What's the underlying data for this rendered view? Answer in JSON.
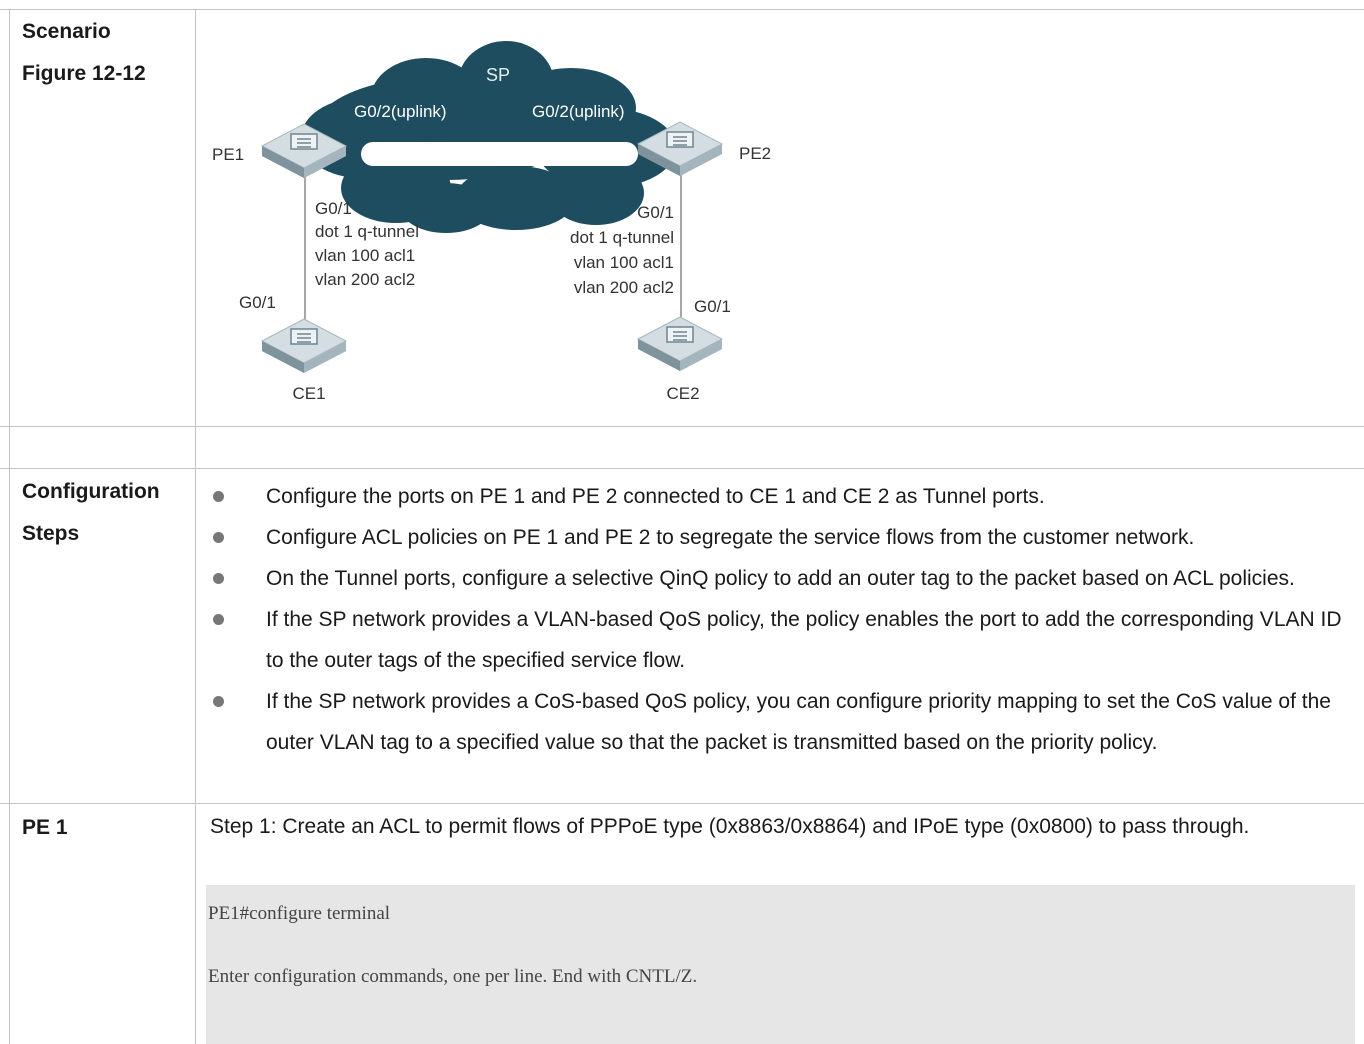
{
  "table": {
    "scenario": {
      "label": "Scenario",
      "figure": "Figure 12-12"
    },
    "config": {
      "label_line1": "Configuration",
      "label_line2": "Steps",
      "bullets": [
        "Configure the ports on PE 1 and PE 2 connected to CE 1 and CE 2 as Tunnel ports.",
        "Configure ACL policies on PE 1 and PE 2 to segregate the service flows from the customer network.",
        "On the Tunnel ports, configure a selective QinQ policy to add an outer tag to the packet based on ACL policies.",
        "If the SP network provides a VLAN-based QoS policy, the policy enables the port to add the corresponding VLAN ID to the outer tags of the specified service flow.",
        "If the SP network provides a CoS-based QoS policy, you can configure priority mapping to set the CoS value of the outer VLAN tag to a specified value so that the packet is transmitted based on the priority policy."
      ]
    },
    "pe1": {
      "label": "PE 1",
      "step1": "Step 1: Create an ACL to permit flows of PPPoE type (0x8863/0x8864) and IPoE type (0x0800) to pass through.",
      "code": [
        "PE1#configure terminal",
        "Enter configuration commands, one per line.  End with CNTL/Z."
      ]
    }
  },
  "diagram": {
    "cloud": "SP",
    "colors": {
      "cloud": "#1d4d5e",
      "switch_top": "#cfd9de",
      "switch_side": "#8fa3ad",
      "link": "#888888"
    },
    "pe1": {
      "name": "PE1",
      "uplink": "G0/2(uplink)",
      "port": "G0/1",
      "config": [
        "dot 1 q-tunnel",
        "vlan 100 acl1",
        "vlan 200 acl2"
      ]
    },
    "pe2": {
      "name": "PE2",
      "uplink": "G0/2(uplink)",
      "port": "G0/1",
      "config": [
        "dot 1 q-tunnel",
        "vlan 100 acl1",
        "vlan 200 acl2"
      ]
    },
    "ce1": {
      "name": "CE1",
      "port": "G0/1"
    },
    "ce2": {
      "name": "CE2",
      "port": "G0/1"
    }
  }
}
